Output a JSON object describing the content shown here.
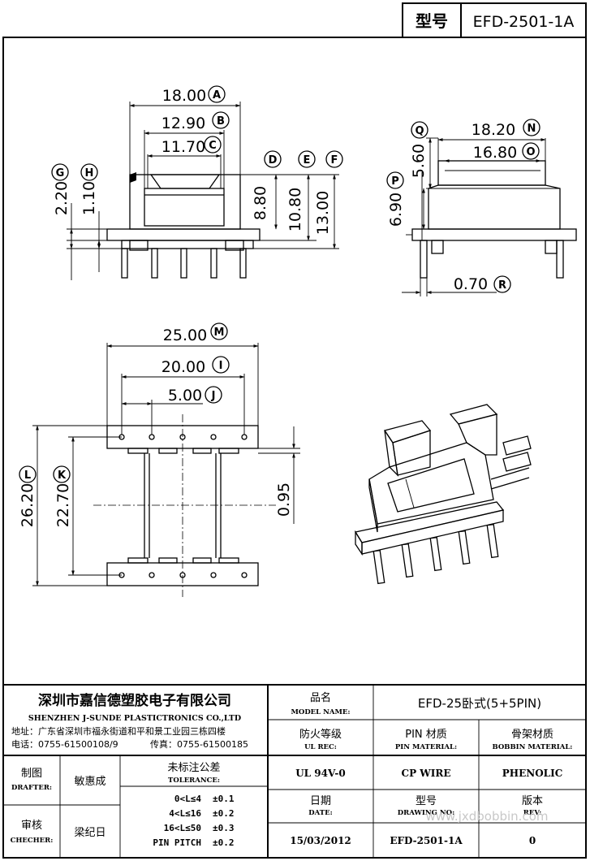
{
  "header": {
    "type_label": "型号",
    "type_value": "EFD-2501-1A"
  },
  "dimensions": {
    "A": {
      "value": "18.00",
      "letter": "A"
    },
    "B": {
      "value": "12.90",
      "letter": "B"
    },
    "C": {
      "value": "11.70",
      "letter": "C"
    },
    "D": {
      "value": "8.80",
      "letter": "D"
    },
    "E": {
      "value": "10.80",
      "letter": "E"
    },
    "F": {
      "value": "13.00",
      "letter": "F"
    },
    "G": {
      "value": "2.20",
      "letter": "G"
    },
    "H": {
      "value": "1.10",
      "letter": "H"
    },
    "N": {
      "value": "18.20",
      "letter": "N"
    },
    "O": {
      "value": "16.80",
      "letter": "O"
    },
    "P": {
      "value": "6.90",
      "letter": "P"
    },
    "Q": {
      "value": "5.60",
      "letter": "Q"
    },
    "R": {
      "value": "0.70",
      "letter": "R"
    },
    "M": {
      "value": "25.00",
      "letter": "M"
    },
    "I": {
      "value": "20.00",
      "letter": "I"
    },
    "J": {
      "value": "5.00",
      "letter": "J"
    },
    "L": {
      "value": "26.20",
      "letter": "L"
    },
    "K": {
      "value": "22.70",
      "letter": "K"
    },
    "pin_gap": {
      "value": "0.95"
    }
  },
  "title_block": {
    "company_cn": "深圳市嘉信德塑胶电子有限公司",
    "company_en": "SHENZHEN J-SUNDE PLASTICTRONICS CO.,LTD",
    "address": "地址：广东省深圳市福永街道和平和景工业园三栋四楼",
    "phone": "电话：0755-61500108/9",
    "fax": "传真：0755-61500185",
    "model_name_cn": "品名",
    "model_name_en": "MODEL NAME:",
    "model_name_value": "EFD-25卧式(5+5PIN)",
    "ul_cn": "防火等级",
    "ul_en": "UL REC:",
    "ul_value": "UL 94V-0",
    "pin_cn": "PIN 材质",
    "pin_en": "PIN MATERIAL:",
    "pin_value": "CP WIRE",
    "bobbin_cn": "骨架材质",
    "bobbin_en": "BOBBIN MATERIAL:",
    "bobbin_value": "PHENOLIC",
    "drafter_cn": "制图",
    "drafter_en": "DRAFTER:",
    "drafter_value": "敏惠成",
    "checker_cn": "审核",
    "checker_en": "CHECHER:",
    "checker_value": "梁纪日",
    "tolerance_cn": "未标注公差",
    "tolerance_en": "TOLERANCE:",
    "tolerances": [
      {
        "range": "0<L≤4",
        "value": "±0.1"
      },
      {
        "range": "4<L≤16",
        "value": "±0.2"
      },
      {
        "range": "16<L≤50",
        "value": "±0.3"
      },
      {
        "range": "PIN PITCH",
        "value": "±0.2"
      }
    ],
    "date_cn": "日期",
    "date_en": "DATE:",
    "date_value": "15/03/2012",
    "drawing_no_cn": "型号",
    "drawing_no_en": "DRAWING NO:",
    "drawing_no_value": "EFD-2501-1A",
    "rev_cn": "版本",
    "rev_en": "REV:",
    "rev_value": "0",
    "watermark": "www.jxdbobbin.com"
  }
}
